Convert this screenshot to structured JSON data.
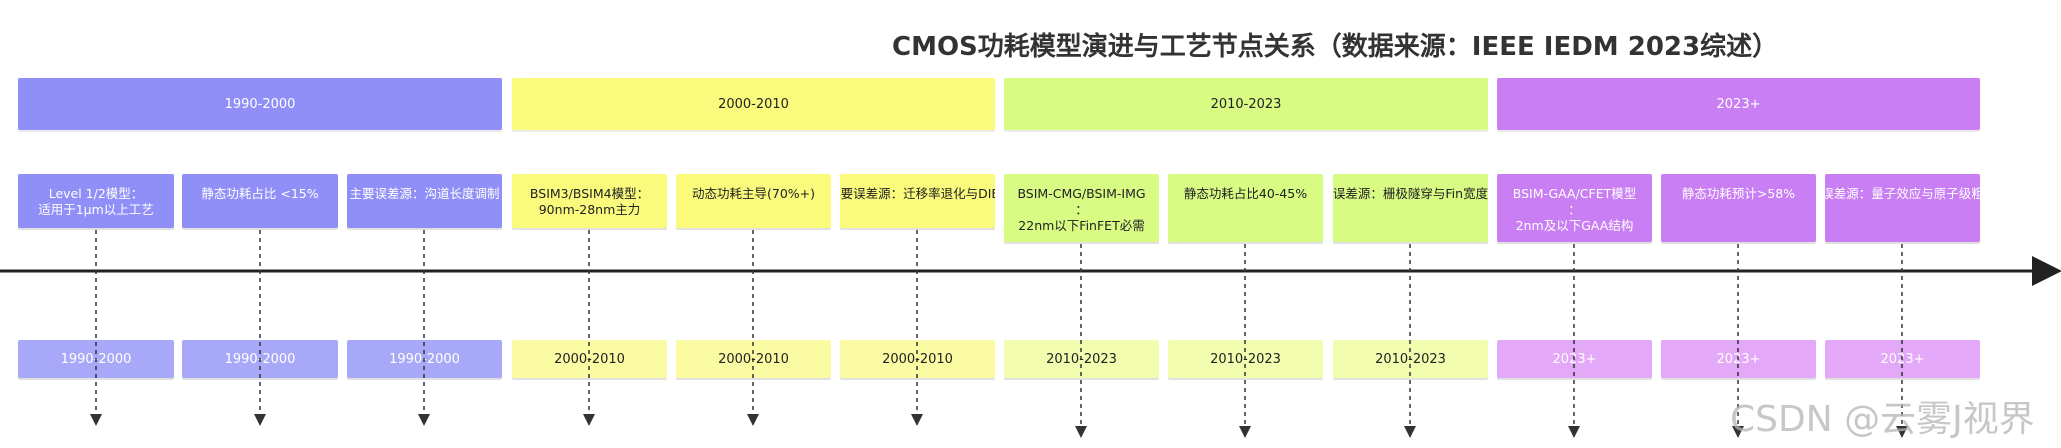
{
  "title": "CMOS功耗模型演进与工艺节点关系（数据来源：IEEE IEDM 2023综述）",
  "sections": [
    {
      "label": "1990-2000"
    },
    {
      "label": "2000-2010"
    },
    {
      "label": "2010-2023"
    },
    {
      "label": "2023+"
    }
  ],
  "cards": [
    {
      "lines": [
        "Level 1/2模型：",
        "适用于1μm以上工艺"
      ]
    },
    {
      "lines": [
        "静态功耗占比 <15%"
      ]
    },
    {
      "lines": [
        "主要误差源：沟道长度调制"
      ]
    },
    {
      "lines": [
        "BSIM3/BSIM4模型：",
        "90nm-28nm主力"
      ]
    },
    {
      "lines": [
        "动态功耗主导(70%+)"
      ]
    },
    {
      "lines": [
        "主要误差源：迁移率退化与DIBL"
      ]
    },
    {
      "lines": [
        "BSIM-CMG/BSIM-IMG",
        "：",
        "22nm以下FinFET必需"
      ]
    },
    {
      "lines": [
        "静态功耗占比40-45%"
      ]
    },
    {
      "lines": [
        "主要误差源：栅极隧穿与Fin宽度变异"
      ]
    },
    {
      "lines": [
        "BSIM-GAA/CFET模型",
        "：",
        "2nm及以下GAA结构"
      ]
    },
    {
      "lines": [
        "静态功耗预计>58%"
      ]
    },
    {
      "lines": [
        "主要误差源：量子效应与原子级粗糙度"
      ]
    }
  ],
  "years": [
    {
      "label": "1990-2000"
    },
    {
      "label": "1990-2000"
    },
    {
      "label": "1990-2000"
    },
    {
      "label": "2000-2010"
    },
    {
      "label": "2000-2010"
    },
    {
      "label": "2000-2010"
    },
    {
      "label": "2010-2023"
    },
    {
      "label": "2010-2023"
    },
    {
      "label": "2010-2023"
    },
    {
      "label": "2023+"
    },
    {
      "label": "2023+"
    },
    {
      "label": "2023+"
    }
  ],
  "watermark": "CSDN @云雾J视界"
}
